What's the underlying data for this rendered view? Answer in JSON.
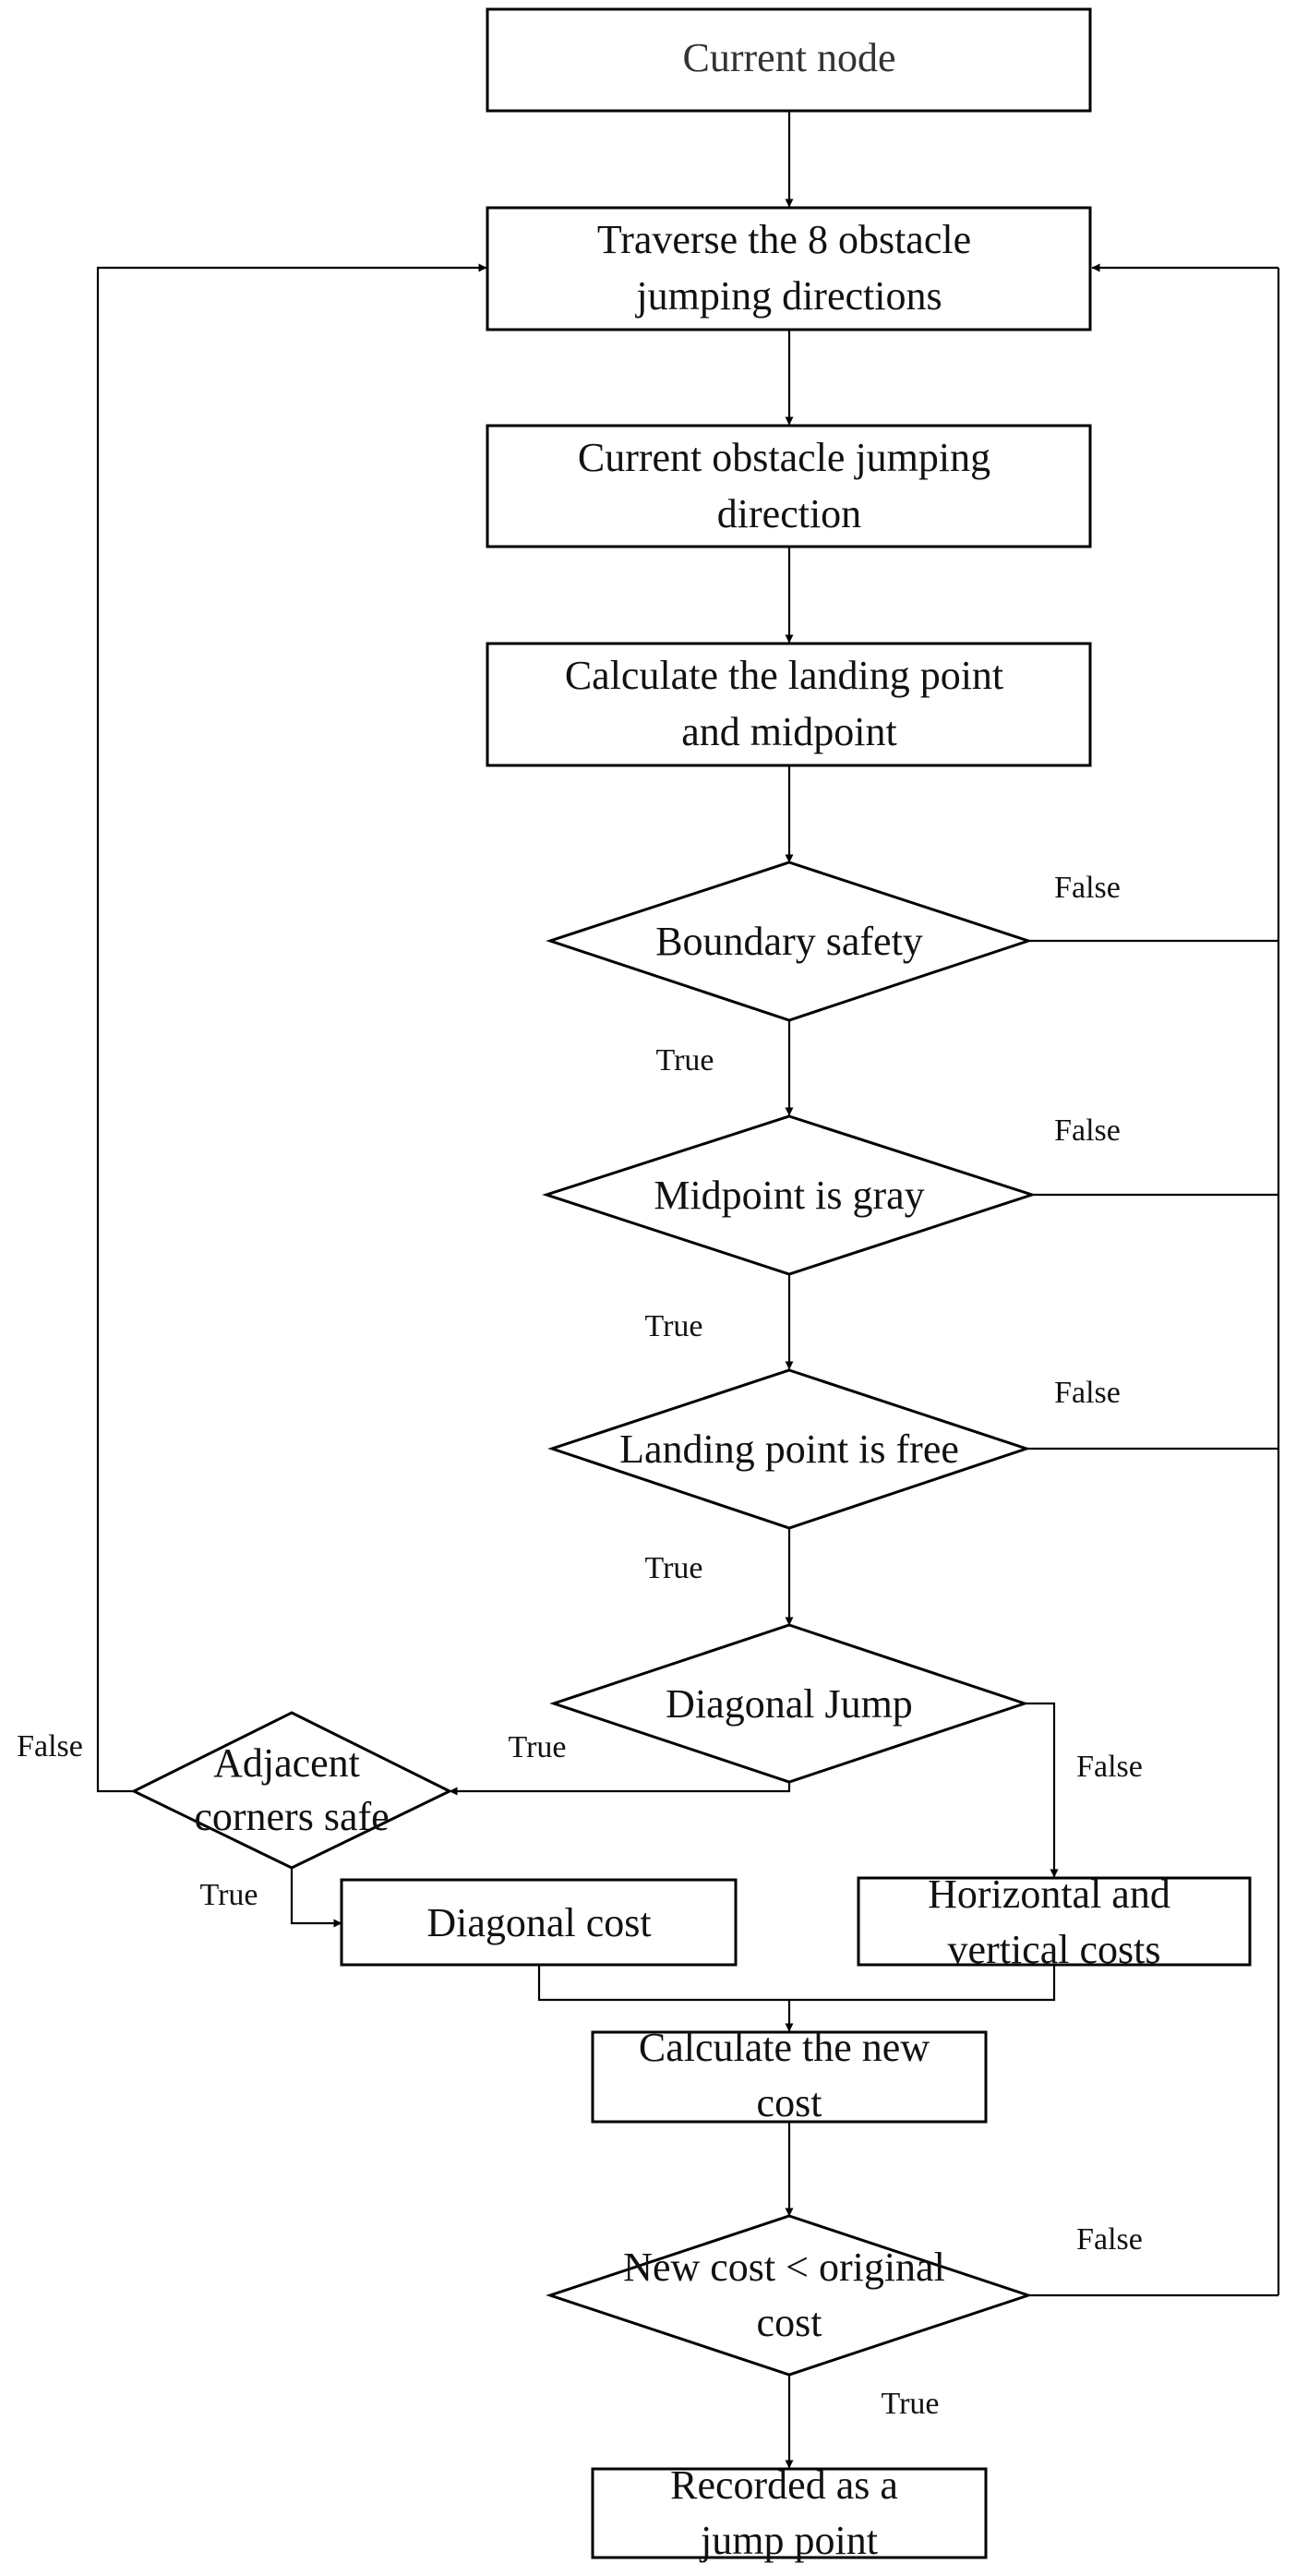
{
  "nodes": {
    "current_node": [
      "Current node"
    ],
    "traverse": [
      "Traverse the 8 obstacle",
      "jumping directions"
    ],
    "current_direction": [
      "Current obstacle jumping",
      "direction"
    ],
    "calculate_points": [
      "Calculate the landing point",
      "and midpoint"
    ],
    "boundary_safety": [
      "Boundary safety"
    ],
    "midpoint_gray": [
      "Midpoint is gray"
    ],
    "landing_free": [
      "Landing point is free"
    ],
    "diagonal_jump": [
      "Diagonal Jump"
    ],
    "adjacent_corners": [
      "Adjacent",
      "corners safe"
    ],
    "diagonal_cost": [
      "Diagonal cost"
    ],
    "hv_costs": [
      "Horizontal and",
      "vertical costs"
    ],
    "calculate_new_cost": [
      "Calculate the new",
      "cost"
    ],
    "compare_cost": [
      "New cost < original",
      "cost"
    ],
    "record_jump": [
      "Recorded as a",
      "jump point"
    ]
  },
  "edge_labels": {
    "boundary_false": "False",
    "boundary_true": "True",
    "midpoint_false": "False",
    "midpoint_true": "True",
    "landing_false": "False",
    "landing_true": "True",
    "diagonal_true": "True",
    "diagonal_false": "False",
    "adjacent_false": "False",
    "adjacent_true": "True",
    "compare_false": "False",
    "compare_true": "True"
  }
}
